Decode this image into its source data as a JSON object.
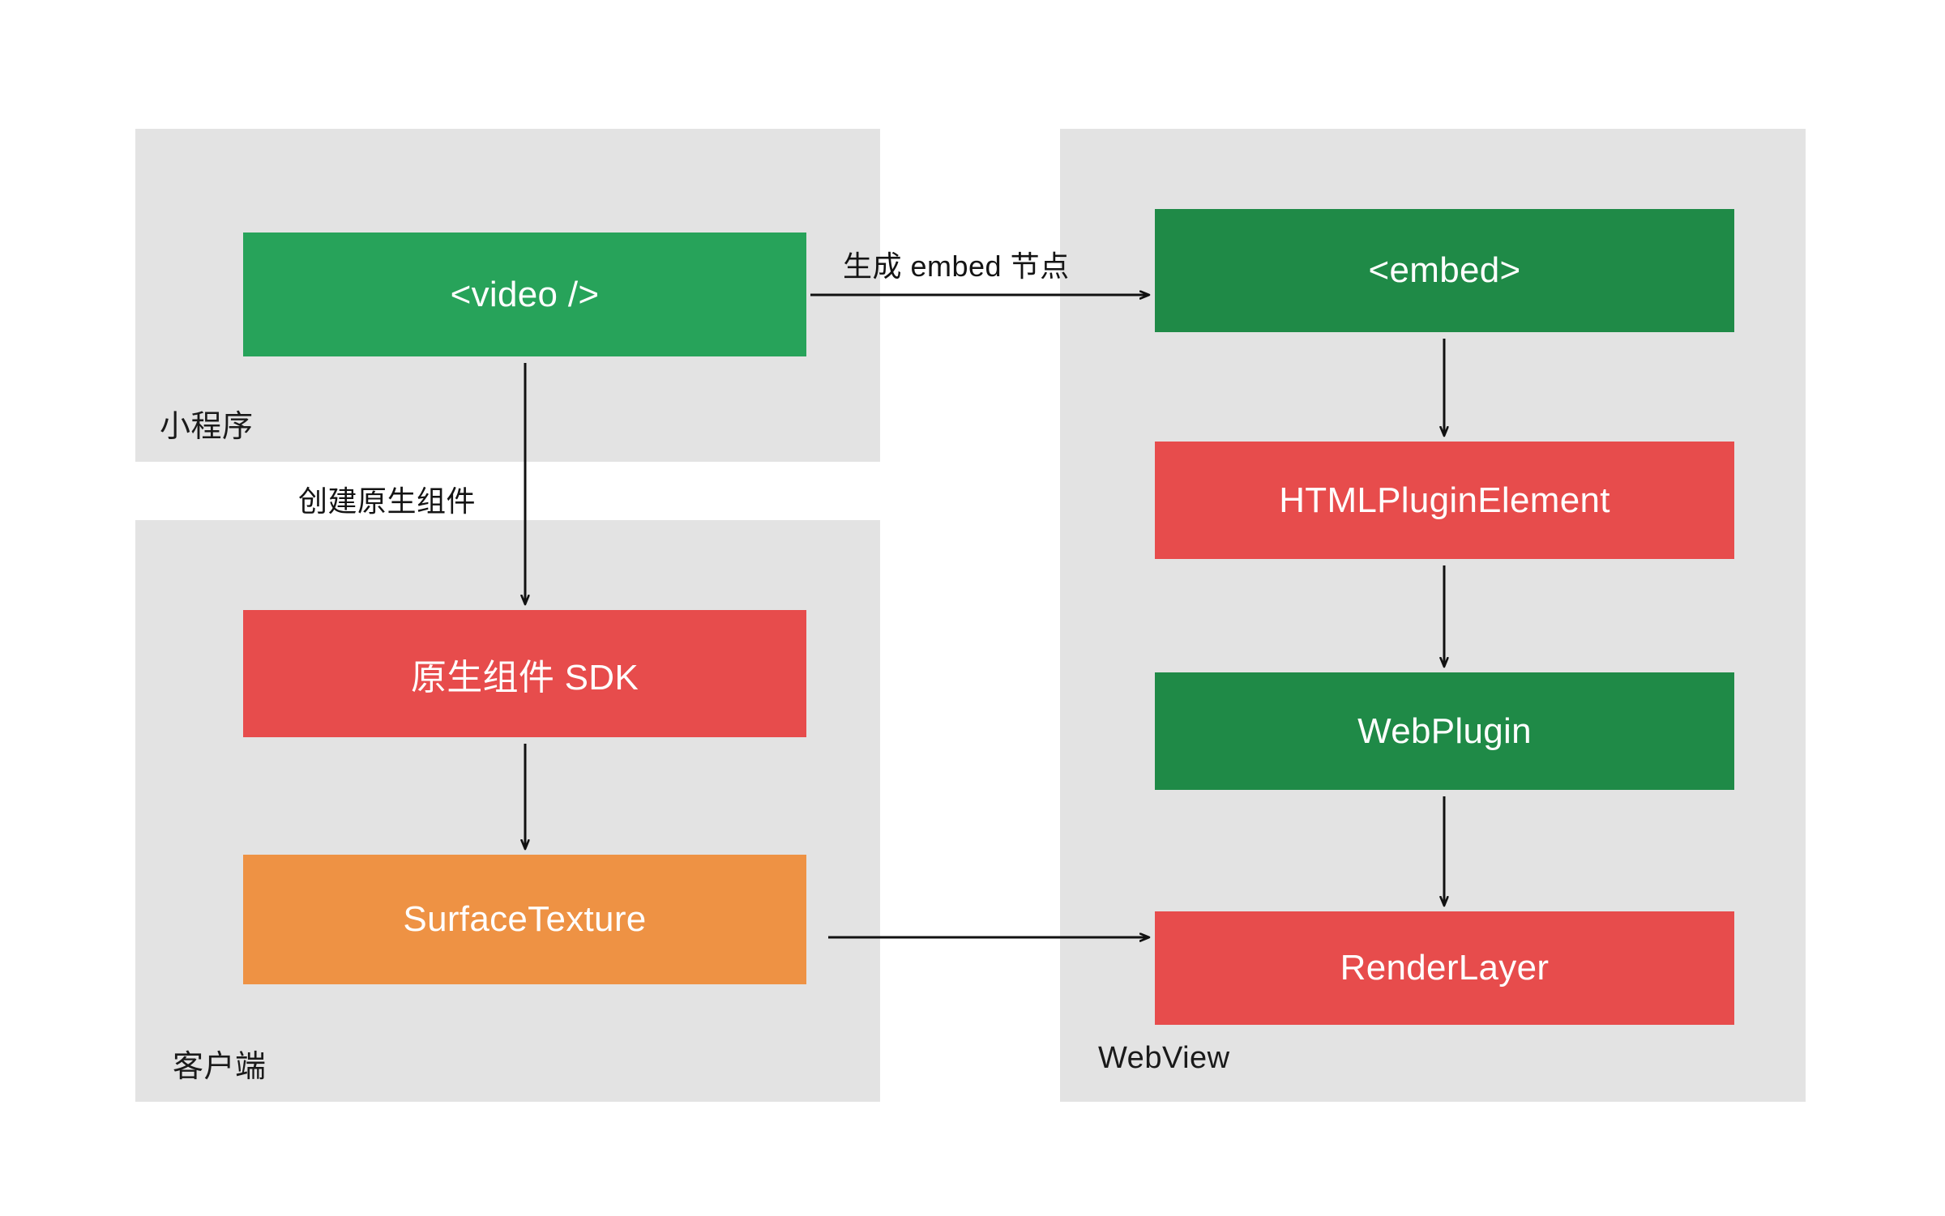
{
  "diagram": {
    "title": "",
    "background": "#ffffff",
    "panel_color": "#e3e3e3",
    "colors": {
      "green_light": "#27a35a",
      "green_dark": "#1f8a47",
      "red": "#e74c4c",
      "orange": "#ee9244",
      "text_dark": "#1a1a1a",
      "text_on_node": "#ffffff"
    },
    "panels": [
      {
        "id": "miniprogram",
        "label": "小程序"
      },
      {
        "id": "client",
        "label": "客户端"
      },
      {
        "id": "webview",
        "label": "WebView"
      }
    ],
    "nodes": [
      {
        "id": "video",
        "label": "<video />",
        "color": "green_light",
        "panel": "miniprogram"
      },
      {
        "id": "native-sdk",
        "label": "原生组件 SDK",
        "color": "red",
        "panel": "client"
      },
      {
        "id": "surface-texture",
        "label": "SurfaceTexture",
        "color": "orange",
        "panel": "client"
      },
      {
        "id": "embed",
        "label": "<embed>",
        "color": "green_dark",
        "panel": "webview"
      },
      {
        "id": "html-plugin",
        "label": "HTMLPluginElement",
        "color": "red",
        "panel": "webview"
      },
      {
        "id": "web-plugin",
        "label": "WebPlugin",
        "color": "green_dark",
        "panel": "webview"
      },
      {
        "id": "render-layer",
        "label": "RenderLayer",
        "color": "red",
        "panel": "webview"
      }
    ],
    "edges": [
      {
        "id": "video-to-embed",
        "from": "video",
        "to": "embed",
        "label": "生成 embed 节点",
        "direction": "right"
      },
      {
        "id": "video-to-native-sdk",
        "from": "video",
        "to": "native-sdk",
        "label": "创建原生组件",
        "direction": "down"
      },
      {
        "id": "native-sdk-to-surface",
        "from": "native-sdk",
        "to": "surface-texture",
        "label": "",
        "direction": "down"
      },
      {
        "id": "surface-to-render-layer",
        "from": "surface-texture",
        "to": "render-layer",
        "label": "",
        "direction": "right"
      },
      {
        "id": "embed-to-html-plugin",
        "from": "embed",
        "to": "html-plugin",
        "label": "",
        "direction": "down"
      },
      {
        "id": "html-plugin-to-web-plugin",
        "from": "html-plugin",
        "to": "web-plugin",
        "label": "",
        "direction": "down"
      },
      {
        "id": "web-plugin-to-render-layer",
        "from": "web-plugin",
        "to": "render-layer",
        "label": "",
        "direction": "down"
      }
    ]
  }
}
